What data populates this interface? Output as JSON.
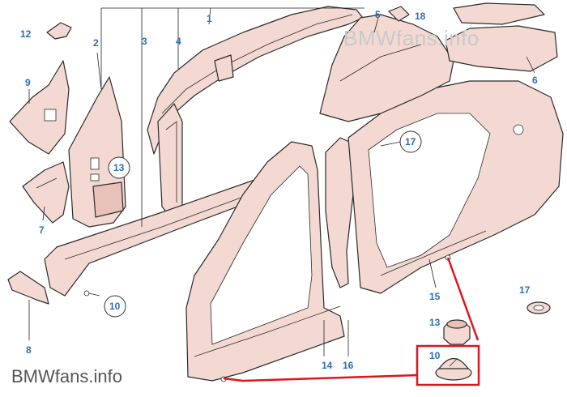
{
  "watermark_top": "BMWfans.info",
  "watermark_bottom": "BMWfans.info",
  "callouts": [
    {
      "id": "1",
      "label": "1"
    },
    {
      "id": "2",
      "label": "2"
    },
    {
      "id": "3",
      "label": "3"
    },
    {
      "id": "4",
      "label": "4"
    },
    {
      "id": "5",
      "label": "5"
    },
    {
      "id": "6",
      "label": "6"
    },
    {
      "id": "7",
      "label": "7"
    },
    {
      "id": "8",
      "label": "8"
    },
    {
      "id": "9",
      "label": "9"
    },
    {
      "id": "10a",
      "label": "10"
    },
    {
      "id": "10b",
      "label": "10"
    },
    {
      "id": "12",
      "label": "12"
    },
    {
      "id": "13a",
      "label": "13"
    },
    {
      "id": "13b",
      "label": "13"
    },
    {
      "id": "14",
      "label": "14"
    },
    {
      "id": "15",
      "label": "15"
    },
    {
      "id": "16",
      "label": "16"
    },
    {
      "id": "17a",
      "label": "17"
    },
    {
      "id": "17b",
      "label": "17"
    },
    {
      "id": "18",
      "label": "18"
    }
  ],
  "colors": {
    "part_fill": "#f3d9d2",
    "callout_text": "#2e6fb0",
    "highlight": "#e0141e"
  }
}
